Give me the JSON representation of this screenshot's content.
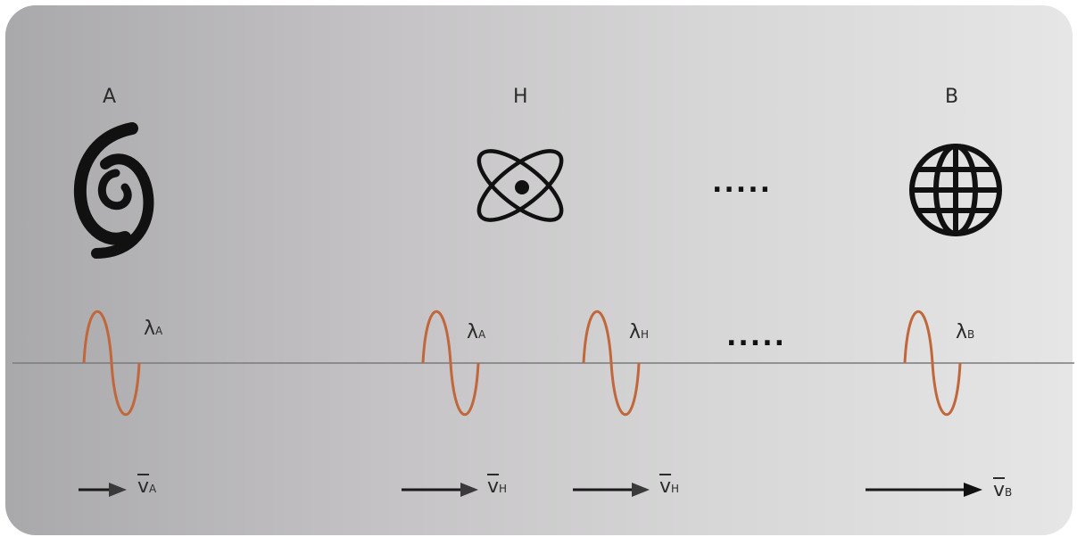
{
  "objects": [
    {
      "label": "A",
      "icon": "galaxy-icon"
    },
    {
      "label": "H",
      "icon": "atom-icon"
    },
    {
      "label": "B",
      "icon": "globe-icon"
    }
  ],
  "ellipsis": ".....",
  "waves": [
    {
      "symbol": "λ",
      "sub": "A"
    },
    {
      "symbol": "λ",
      "sub": "A"
    },
    {
      "symbol": "λ",
      "sub": "H"
    },
    {
      "symbol": "λ",
      "sub": "B"
    }
  ],
  "velocities": [
    {
      "symbol": "v",
      "sub": "A"
    },
    {
      "symbol": "v",
      "sub": "H"
    },
    {
      "symbol": "v",
      "sub": "H"
    },
    {
      "symbol": "v",
      "sub": "B"
    }
  ],
  "colors": {
    "wave": "#c0673b",
    "baseline": "#7a7a7a",
    "arrow": "#1a1a1a",
    "icon": "#111111"
  }
}
